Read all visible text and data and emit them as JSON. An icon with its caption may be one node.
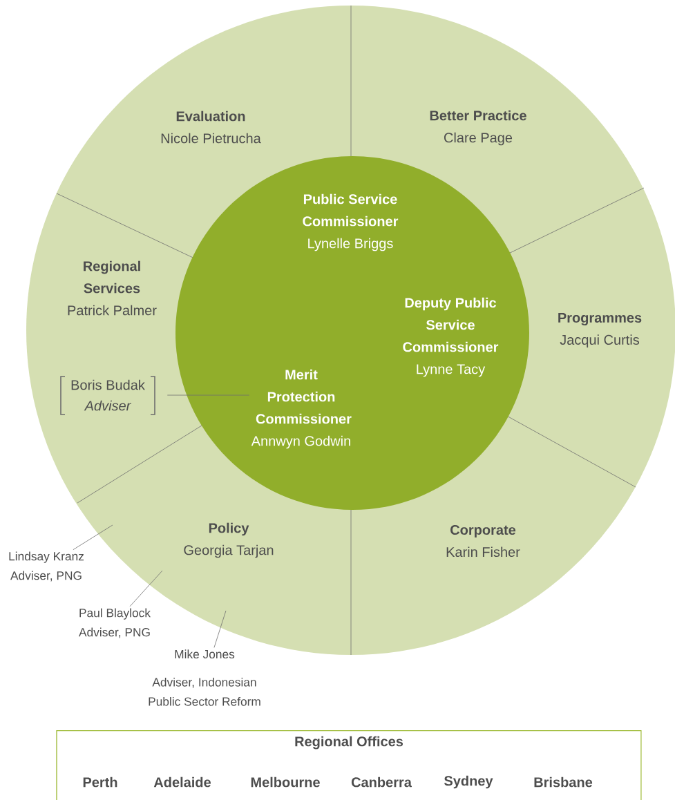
{
  "diagram": {
    "nodes": [
      {
        "text": [],
        "shape": "circle"
      },
      {
        "text": [
          "Public Service Commissioner",
          "Lynelle Briggs"
        ],
        "in": 0
      },
      {
        "text": [
          "Deputy Public Service Commissioner",
          "Lynne Tacy"
        ],
        "in": 0
      },
      {
        "text": [
          "Merit Protection Commissioner",
          "Annwyn Godwin"
        ],
        "in": 0
      },
      {
        "text": [
          "Evaluation",
          "Nicole Pietrucha"
        ]
      },
      {
        "text": [
          "Better Practice",
          "Clare Page"
        ]
      },
      {
        "text": [
          "Regional Services",
          "Patrick Palmer"
        ]
      },
      {
        "text": [
          "Programmes",
          "Jacqui Curtis"
        ]
      },
      {
        "text": [
          "Boris Budak",
          "Adviser"
        ]
      },
      {
        "text": [
          "Policy",
          "Georgia Tarjan"
        ]
      },
      {
        "text": [
          "Corporate",
          "Karin Fisher"
        ]
      },
      {
        "text": [
          "Lindsay Kranz",
          "Adviser, PNG"
        ]
      },
      {
        "text": [
          "Paul Blaylock",
          "Adviser, PNG"
        ]
      },
      {
        "text": [
          "Mike Jones",
          "Adviser, Indonesian Public Sector Reform"
        ]
      },
      {
        "text": [
          "Regional Offices"
        ]
      }
    ],
    "edges": [
      {
        "from": 8,
        "to": 3,
        "arrow": "none"
      },
      {
        "from": 11,
        "to": null,
        "arrow": "none"
      },
      {
        "from": 12,
        "to": null,
        "arrow": "none"
      },
      {
        "from": 13,
        "to": null,
        "arrow": "none"
      }
    ],
    "labels": [
      "Perth",
      "Adelaide",
      "Melbourne",
      "Canberra",
      "Sydney",
      "Brisbane"
    ]
  }
}
